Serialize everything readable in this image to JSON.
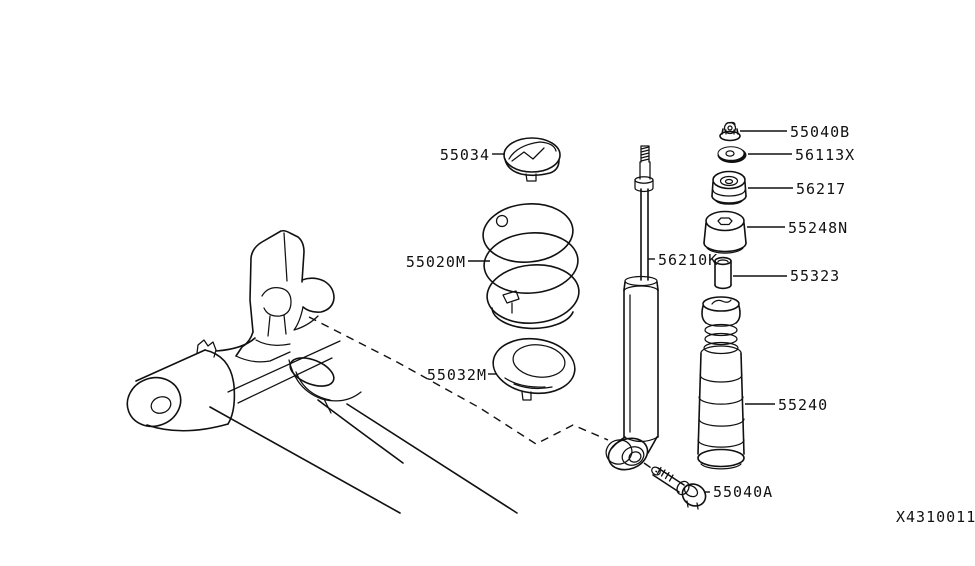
{
  "diagram": {
    "code": "X4310011",
    "background_color": "#ffffff",
    "line_color": "#111111"
  },
  "parts": {
    "upper_spring_seat": {
      "label": "55034"
    },
    "coil_spring": {
      "label": "55020M"
    },
    "lower_spring_seat": {
      "label": "55032M"
    },
    "shock_absorber": {
      "label": "56210K"
    },
    "mount_nut": {
      "label": "55040B"
    },
    "mount_washer": {
      "label": "56113X"
    },
    "upper_bushing": {
      "label": "56217"
    },
    "lower_bushing": {
      "label": "55248N"
    },
    "spacer_tube": {
      "label": "55323"
    },
    "bound_bumper_cover": {
      "label": "55240"
    },
    "lower_mount_bolt": {
      "label": "55040A"
    }
  }
}
